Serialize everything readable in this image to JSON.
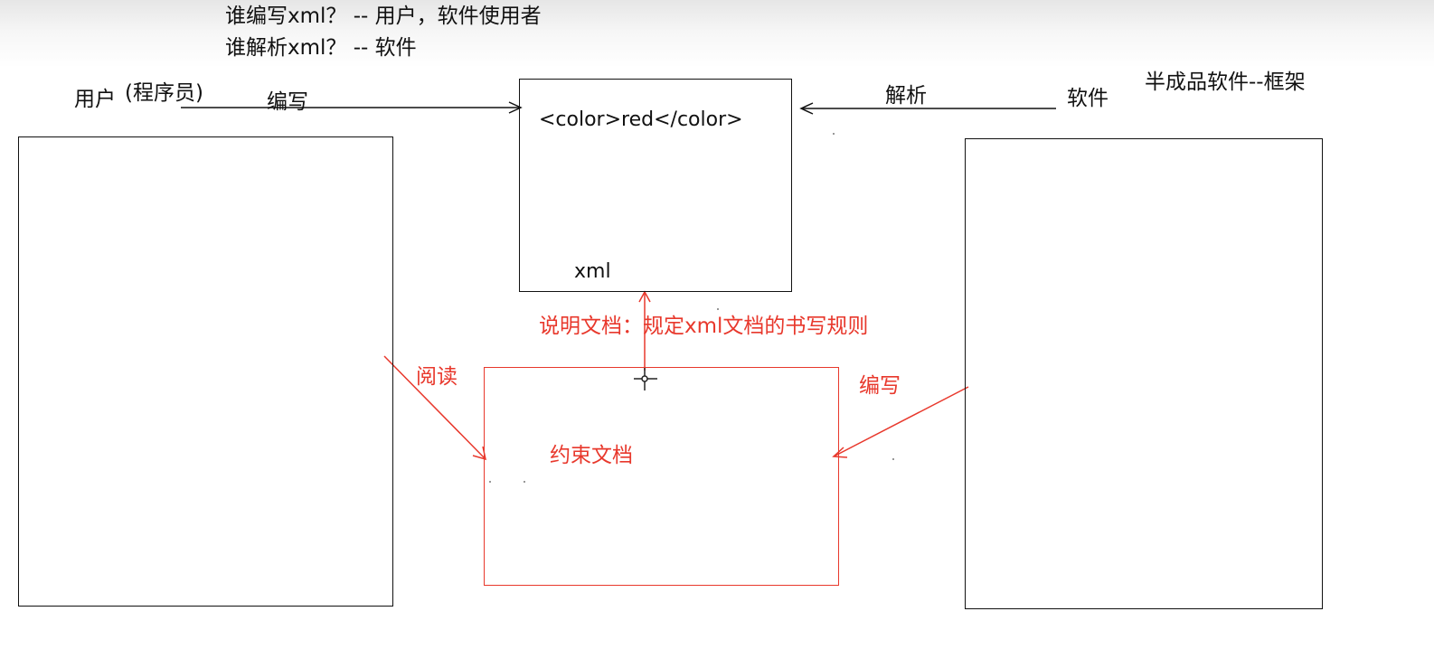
{
  "questions": {
    "who_writes": "谁编写xml？ -- 用户，软件使用者",
    "who_parses": "谁解析xml？ -- 软件"
  },
  "user": {
    "label": "用户",
    "role": "(程序员)"
  },
  "arrows": {
    "write_label": "编写",
    "parse_label": "解析",
    "read_label": "阅读",
    "write_constraint_label": "编写"
  },
  "software": {
    "label": "软件",
    "framework_note": "半成品软件--框架"
  },
  "xml_box": {
    "content": "<color>red</color>",
    "name": "xml"
  },
  "constraint": {
    "description": "说明文档：规定xml文档的书写规则",
    "box_label": "约束文档"
  },
  "colors": {
    "ink": "#111111",
    "annotation_red": "#e8382c"
  }
}
